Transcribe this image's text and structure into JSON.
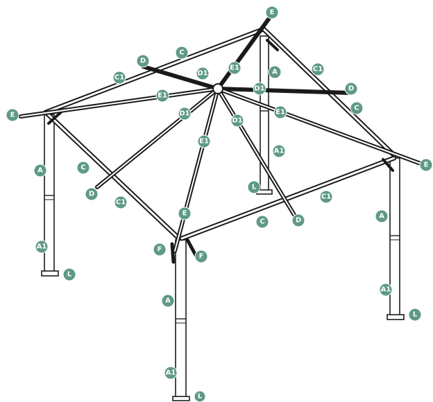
{
  "labels": {
    "E": "E",
    "E1": "E1",
    "D": "D",
    "D1": "D1",
    "C": "C",
    "C1": "C1",
    "A": "A",
    "A1": "A1",
    "F": "F",
    "L": "L"
  },
  "colors": {
    "badge": "#5e9a85",
    "frame": "#1a1a1a",
    "background": "#ffffff"
  }
}
